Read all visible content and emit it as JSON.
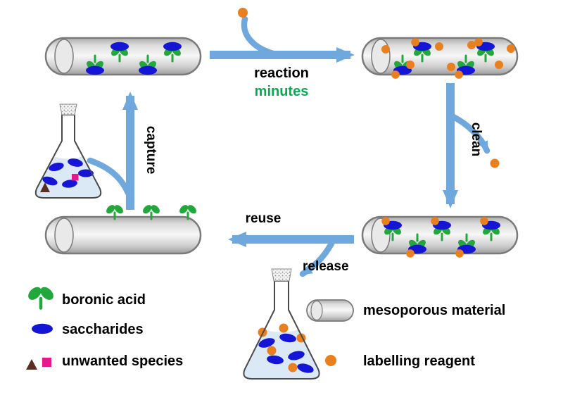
{
  "labels": {
    "reaction": "reaction",
    "minutes": "minutes",
    "clean": "clean",
    "capture": "capture",
    "reuse": "reuse",
    "release": "release"
  },
  "legend": {
    "boronic_acid": "boronic acid",
    "saccharides": "saccharides",
    "unwanted_species": "unwanted species",
    "mesoporous_material": "mesoporous material",
    "labelling_reagent": "labelling reagent"
  },
  "colors": {
    "arrow": "#6fa8dc",
    "green": "#22a73c",
    "green2": "#00b050",
    "blue": "#1515d6",
    "orange": "#e8801f",
    "brown": "#5a2f23",
    "magenta": "#e7188f",
    "liquid": "#dbe9f7",
    "cylstroke": "#7a7a7a",
    "ink": "#000000"
  }
}
